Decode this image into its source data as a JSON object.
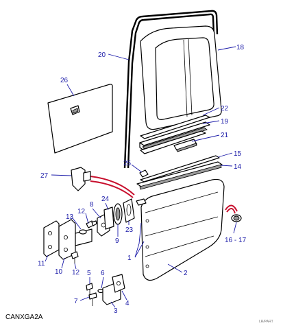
{
  "diagram": {
    "callouts": {
      "c1": "1",
      "c2": "2",
      "c3": "3",
      "c4": "4",
      "c5": "5",
      "c6": "6",
      "c7": "7",
      "c8": "8",
      "c9": "9",
      "c10": "10",
      "c11": "11",
      "c12a": "12",
      "c12b": "12",
      "c13": "13",
      "c14": "14",
      "c15": "15",
      "c16": "16 - 17",
      "c18": "18",
      "c19": "19",
      "c20": "20",
      "c21": "21",
      "c22": "22",
      "c23": "23",
      "c24": "24",
      "c25": "25",
      "c26": "26",
      "c27": "27"
    },
    "caption": "CANXGA2A",
    "footer_note": "LR/PART",
    "colors": {
      "callout": "#1a1aa8",
      "harness": "#c8102e",
      "lines": "#000000"
    }
  }
}
